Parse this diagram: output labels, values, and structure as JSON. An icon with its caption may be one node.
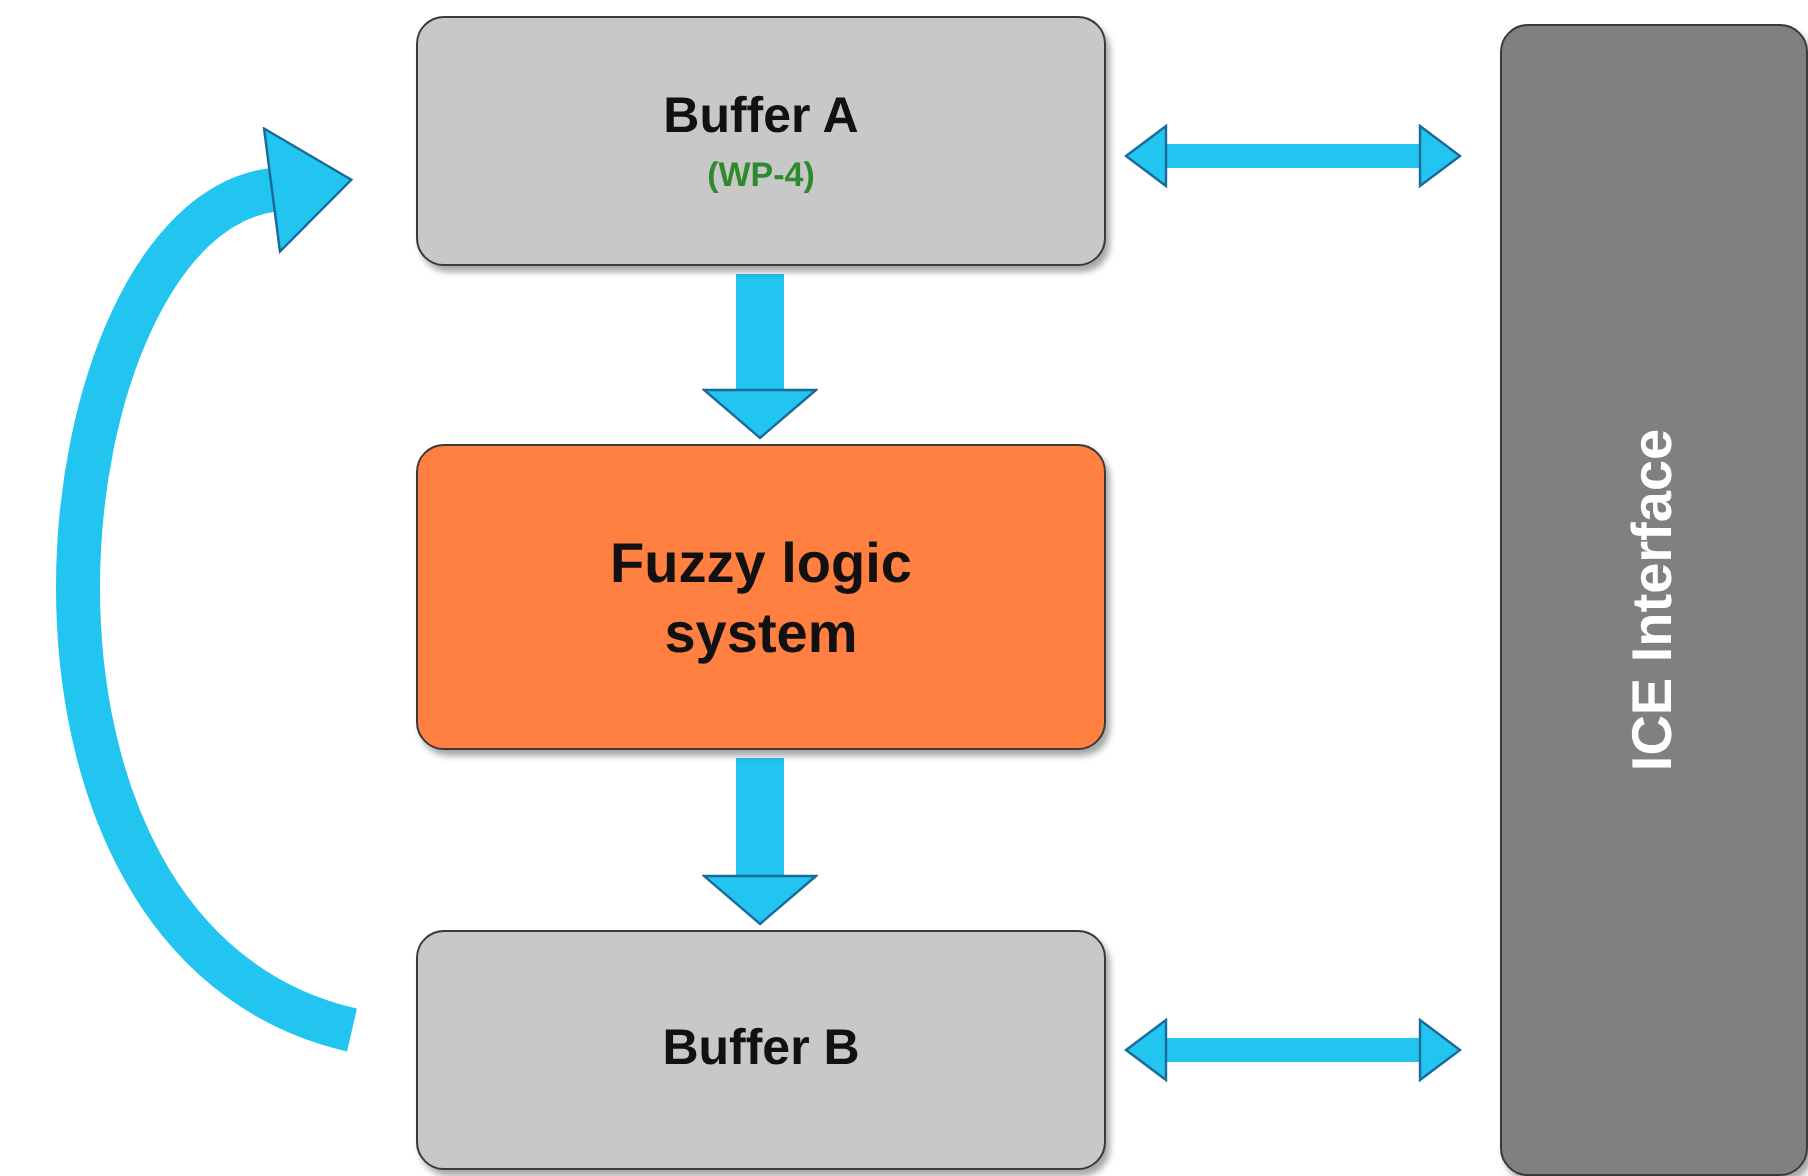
{
  "diagram": {
    "nodes": [
      {
        "text": [
          "Buffer A",
          "(WP-4)"
        ]
      },
      {
        "text": [
          "Fuzzy logic system"
        ]
      },
      {
        "text": [
          "Buffer B"
        ]
      },
      {
        "text": [
          "ICE Interface"
        ]
      }
    ],
    "edges": [
      {
        "from": 0,
        "to": 1,
        "arrow": "to"
      },
      {
        "from": 1,
        "to": 2,
        "arrow": "to"
      },
      {
        "from": 0,
        "to": 3,
        "arrow": "both"
      },
      {
        "from": 2,
        "to": 3,
        "arrow": "both"
      },
      {
        "from": 2,
        "to": 0,
        "arrow": "to"
      }
    ]
  }
}
